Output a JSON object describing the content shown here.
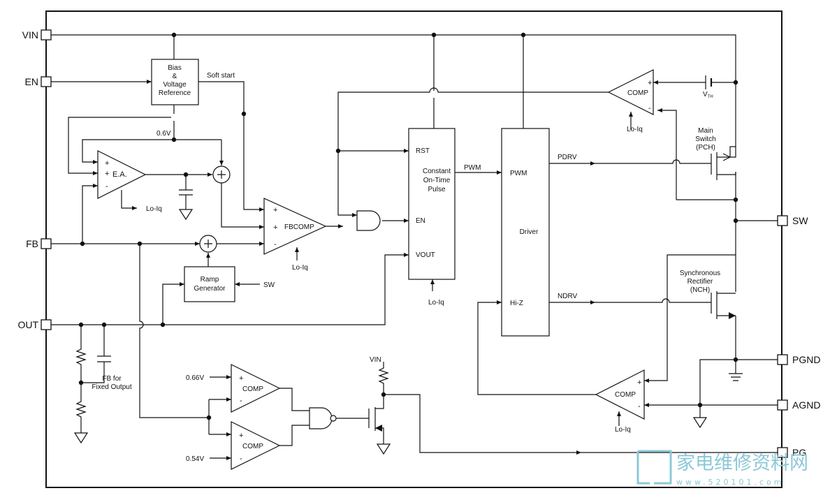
{
  "pins": {
    "vin": "VIN",
    "en": "EN",
    "fb": "FB",
    "out": "OUT",
    "sw": "SW",
    "pgnd": "PGND",
    "agnd": "AGND",
    "pg": "PG"
  },
  "blocks": {
    "bias": [
      "Bias",
      "&",
      "Voltage",
      "Reference"
    ],
    "soft_start": "Soft start",
    "ref_06": "0.6V",
    "ea": "E.A.",
    "ea_plus1": "+",
    "ea_plus2": "+",
    "ea_minus": "-",
    "fbcomp": "FBCOMP",
    "fb_plus1": "+",
    "fb_plus2": "+",
    "fb_minus": "-",
    "ramp": [
      "Ramp",
      "Generator"
    ],
    "ramp_sw": "SW",
    "cot": {
      "rst": "RST",
      "title": [
        "Constant",
        "On-Time",
        "Pulse"
      ],
      "en": "EN",
      "vout": "VOUT"
    },
    "pwm_wire": "PWM",
    "driver": {
      "pwm": "PWM",
      "label": "Driver",
      "hiz": "Hi-Z"
    },
    "pdrv": "PDRV",
    "ndrv": "NDRV",
    "comp_top": "COMP",
    "comp_top_plus": "+",
    "comp_top_minus": "-",
    "vth": "V",
    "vth_sub": "TH",
    "main_switch": [
      "Main",
      "Switch",
      "(PCH)"
    ],
    "sync_rect": [
      "Synchronous",
      "Rectifier",
      "(NCH)"
    ],
    "comp_low": "COMP",
    "comp_low_plus": "+",
    "comp_low_minus": "-",
    "pg_comp1": "COMP",
    "pg_comp1_plus": "+",
    "pg_comp1_minus": "-",
    "pg_comp2": "COMP",
    "pg_comp2_plus": "+",
    "pg_comp2_minus": "-",
    "ref_066": "0.66V",
    "ref_054": "0.54V",
    "vin_pullup": "VIN",
    "fb_fixed": [
      "FB for",
      "Fixed Output"
    ],
    "lo_iq": "Lo-Iq"
  },
  "watermark": {
    "text": "家电维修资料网",
    "url": "www.520101.com"
  }
}
